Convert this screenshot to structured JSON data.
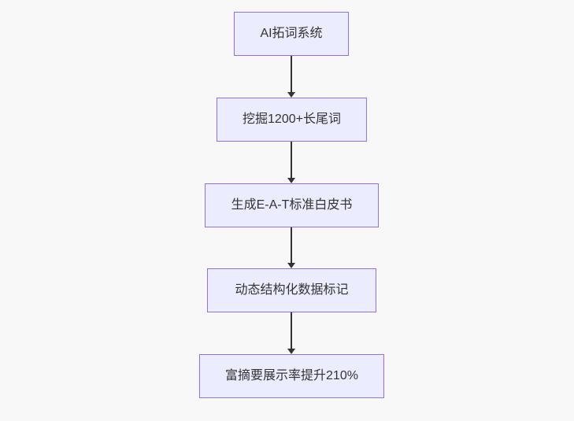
{
  "page": {
    "background_color": "#f8f8f8"
  },
  "flowchart": {
    "type": "flowchart-top-down",
    "colors": {
      "node_fill": "#ECECFF",
      "node_border": "#9370DB",
      "text": "#333333",
      "arrow": "#333333"
    },
    "nodes": [
      {
        "label": "AI拓词系统"
      },
      {
        "label": "挖掘1200+长尾词"
      },
      {
        "label": "生成E-A-T标准白皮书"
      },
      {
        "label": "动态结构化数据标记"
      },
      {
        "label": "富摘要展示率提升210%"
      }
    ],
    "edges": [
      {
        "from": "AI拓词系统",
        "to": "挖掘1200+长尾词"
      },
      {
        "from": "挖掘1200+长尾词",
        "to": "生成E-A-T标准白皮书"
      },
      {
        "from": "生成E-A-T标准白皮书",
        "to": "动态结构化数据标记"
      },
      {
        "from": "动态结构化数据标记",
        "to": "富摘要展示率提升210%"
      }
    ]
  }
}
